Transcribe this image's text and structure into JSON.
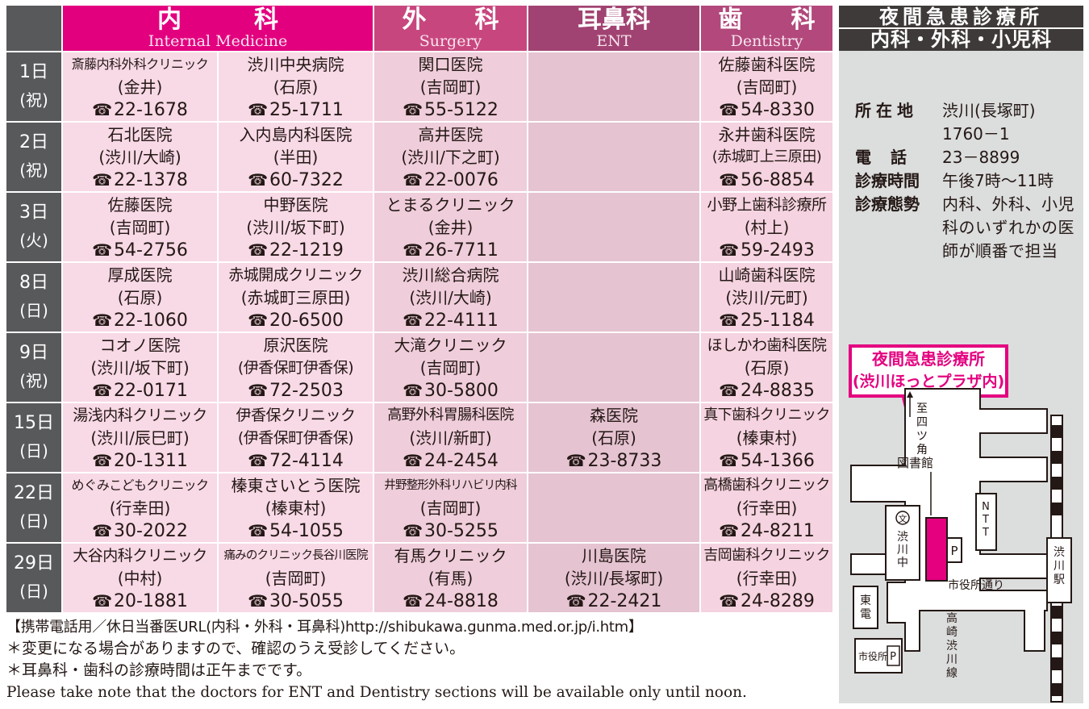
{
  "columns": {
    "internal": {
      "jp": "内　　　科",
      "en": "Internal Medicine"
    },
    "surgery": {
      "jp": "外　　科",
      "en": "Surgery"
    },
    "ent": {
      "jp": "耳鼻科",
      "en": "ENT"
    },
    "dentistry": {
      "jp": "歯　　科",
      "en": "Dentistry"
    }
  },
  "rows": [
    {
      "date": "1日",
      "weekday": "(祝)",
      "int1": {
        "name": "斎藤内科外科クリニック",
        "loc": "(金井)",
        "tel": "22-1678"
      },
      "int2": {
        "name": "渋川中央病院",
        "loc": "(石原)",
        "tel": "25-1711"
      },
      "surg": {
        "name": "関口医院",
        "loc": "(吉岡町)",
        "tel": "55-5122"
      },
      "ent": {
        "name": "",
        "loc": "",
        "tel": ""
      },
      "dent": {
        "name": "佐藤歯科医院",
        "loc": "(吉岡町)",
        "tel": "54-8330"
      }
    },
    {
      "date": "2日",
      "weekday": "(祝)",
      "int1": {
        "name": "石北医院",
        "loc": "(渋川/大崎)",
        "tel": "22-1378"
      },
      "int2": {
        "name": "入内島内科医院",
        "loc": "(半田)",
        "tel": "60-7322"
      },
      "surg": {
        "name": "高井医院",
        "loc": "(渋川/下之町)",
        "tel": "22-0076"
      },
      "ent": {
        "name": "",
        "loc": "",
        "tel": ""
      },
      "dent": {
        "name": "永井歯科医院",
        "loc": "(赤城町上三原田)",
        "tel": "56-8854"
      }
    },
    {
      "date": "3日",
      "weekday": "(火)",
      "int1": {
        "name": "佐藤医院",
        "loc": "(吉岡町)",
        "tel": "54-2756"
      },
      "int2": {
        "name": "中野医院",
        "loc": "(渋川/坂下町)",
        "tel": "22-1219"
      },
      "surg": {
        "name": "とまるクリニック",
        "loc": "(金井)",
        "tel": "26-7711"
      },
      "ent": {
        "name": "",
        "loc": "",
        "tel": ""
      },
      "dent": {
        "name": "小野上歯科診療所",
        "loc": "(村上)",
        "tel": "59-2493"
      }
    },
    {
      "date": "8日",
      "weekday": "(日)",
      "int1": {
        "name": "厚成医院",
        "loc": "(石原)",
        "tel": "22-1060"
      },
      "int2": {
        "name": "赤城開成クリニック",
        "loc": "(赤城町三原田)",
        "tel": "20-6500"
      },
      "surg": {
        "name": "渋川総合病院",
        "loc": "(渋川/大崎)",
        "tel": "22-4111"
      },
      "ent": {
        "name": "",
        "loc": "",
        "tel": ""
      },
      "dent": {
        "name": "山崎歯科医院",
        "loc": "(渋川/元町)",
        "tel": "25-1184"
      }
    },
    {
      "date": "9日",
      "weekday": "(祝)",
      "int1": {
        "name": "コオノ医院",
        "loc": "(渋川/坂下町)",
        "tel": "22-0171"
      },
      "int2": {
        "name": "原沢医院",
        "loc": "(伊香保町伊香保)",
        "tel": "72-2503"
      },
      "surg": {
        "name": "大滝クリニック",
        "loc": "(吉岡町)",
        "tel": "30-5800"
      },
      "ent": {
        "name": "",
        "loc": "",
        "tel": ""
      },
      "dent": {
        "name": "ほしかわ歯科医院",
        "loc": "(石原)",
        "tel": "24-8835"
      }
    },
    {
      "date": "15日",
      "weekday": "(日)",
      "int1": {
        "name": "湯浅内科クリニック",
        "loc": "(渋川/辰巳町)",
        "tel": "20-1311"
      },
      "int2": {
        "name": "伊香保クリニック",
        "loc": "(伊香保町伊香保)",
        "tel": "72-4114"
      },
      "surg": {
        "name": "高野外科胃腸科医院",
        "loc": "(渋川/新町)",
        "tel": "24-2454"
      },
      "ent": {
        "name": "森医院",
        "loc": "(石原)",
        "tel": "23-8733"
      },
      "dent": {
        "name": "真下歯科クリニック",
        "loc": "(榛東村)",
        "tel": "54-1366"
      }
    },
    {
      "date": "22日",
      "weekday": "(日)",
      "int1": {
        "name": "めぐみこどもクリニック",
        "loc": "(行幸田)",
        "tel": "30-2022"
      },
      "int2": {
        "name": "榛東さいとう医院",
        "loc": "(榛東村)",
        "tel": "54-1055"
      },
      "surg": {
        "name": "井野整形外科リハビリ内科",
        "loc": "(吉岡町)",
        "tel": "30-5255"
      },
      "ent": {
        "name": "",
        "loc": "",
        "tel": ""
      },
      "dent": {
        "name": "高橋歯科クリニック",
        "loc": "(行幸田)",
        "tel": "24-8211"
      }
    },
    {
      "date": "29日",
      "weekday": "(日)",
      "int1": {
        "name": "大谷内科クリニック",
        "loc": "(中村)",
        "tel": "20-1881"
      },
      "int2": {
        "name": "痛みのクリニック長谷川医院",
        "loc": "(吉岡町)",
        "tel": "30-5055"
      },
      "surg": {
        "name": "有馬クリニック",
        "loc": "(有馬)",
        "tel": "24-8818"
      },
      "ent": {
        "name": "川島医院",
        "loc": "(渋川/長塚町)",
        "tel": "22-2421"
      },
      "dent": {
        "name": "吉岡歯科クリニック",
        "loc": "(行幸田)",
        "tel": "24-8289"
      }
    }
  ],
  "notes": {
    "line1": "【携帯電話用／休日当番医URL(内科・外科・耳鼻科)http://shibukawa.gunma.med.or.jp/i.htm】",
    "line2": "＊変更になる場合がありますので、確認のうえ受診してください。",
    "line3": "＊耳鼻科・歯科の診療時間は正午までです。",
    "line4": "Please take note that the doctors for ENT and Dentistry sections will be available only until noon."
  },
  "side": {
    "title1": "夜間急患診療所",
    "title2": "内科・外科・小児科",
    "address_label": "所在地",
    "address_value": "渋川(長塚町)",
    "address_value2": "1760－1",
    "phone_label": "電　話",
    "phone_value": "23－8899",
    "hours_label": "診療時間",
    "hours_value": "午後7時～11時",
    "system_label": "診療態勢",
    "system_value": "内科、外科、小児科のいずれかの医師が順番で担当"
  },
  "map": {
    "callout1": "夜間急患診療所",
    "callout2": "(渋川ほっとプラザ内)",
    "to_yotsukado": "至四ツ角",
    "library": "図書館",
    "school": "渋川中",
    "ntt": "NTT",
    "parking": "P",
    "station": "渋川駅",
    "shiyakusho_street": "市役所通り",
    "todenn": "東電",
    "city_hall": "市役所",
    "highschool": "高崎渋川線",
    "school_mark": "文"
  },
  "colors": {
    "internal": "#e3007f",
    "surgery": "#c8467e",
    "ent": "#a14372",
    "dentistry": "#b2487b",
    "dark": "#58595b",
    "accent": "#e4007f"
  }
}
